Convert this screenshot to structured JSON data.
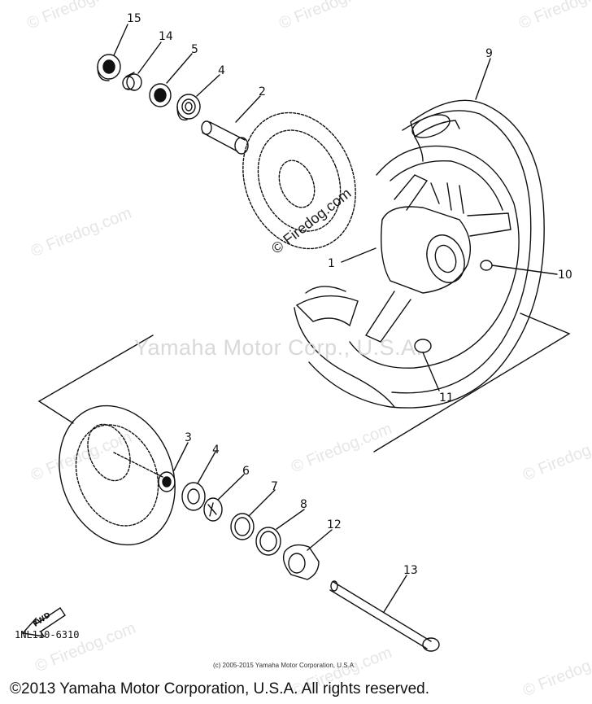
{
  "diagram": {
    "watermark_text": "© Firedog.com",
    "center_watermark": "Yamaha Motor Corp., U.S.A.",
    "part_number": "1NL110-6310",
    "fwd_label": "FWD",
    "small_copyright": "(c) 2005-2015 Yamaha Motor Corporation, U.S.A.",
    "copyright": "©2013 Yamaha Motor Corporation, U.S.A. All rights reserved.",
    "callouts": {
      "c1": "1",
      "c2": "2",
      "c3": "3",
      "c4a": "4",
      "c4b": "4",
      "c5": "5",
      "c6": "6",
      "c7": "7",
      "c8": "8",
      "c9": "9",
      "c10": "10",
      "c11": "11",
      "c12": "12",
      "c13": "13",
      "c14": "14",
      "c15": "15"
    }
  }
}
